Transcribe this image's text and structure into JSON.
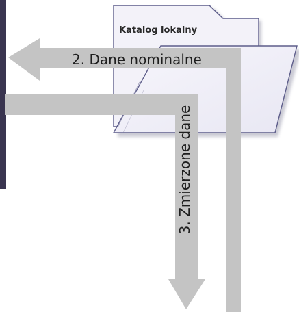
{
  "folder": {
    "label": "Katalog lokalny",
    "icon": "folder-icon"
  },
  "arrows": {
    "nominal": {
      "label": "2. Dane nominalne",
      "direction": "left"
    },
    "measured": {
      "label": "3. Zmierzone dane",
      "direction": "down"
    }
  },
  "colors": {
    "left_bar": "#3a3550",
    "arrow": "#c4c4c4",
    "folder_fill": "#f2f1f9",
    "folder_stroke": "#5d5d8a"
  }
}
